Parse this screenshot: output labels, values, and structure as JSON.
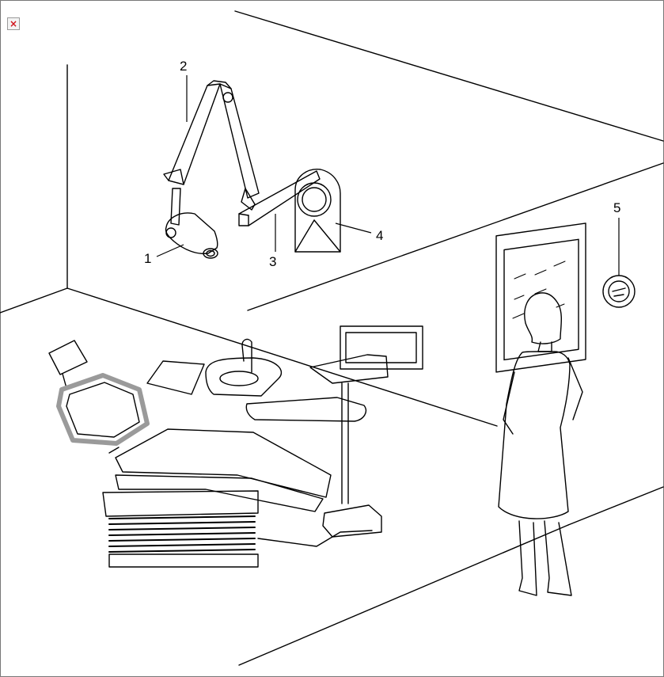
{
  "diagram": {
    "broken_image_icon": "broken-image-icon",
    "broken_image_glyph": "×",
    "callouts": [
      {
        "id": "1",
        "label": "1",
        "refers_to": "x-ray-tube-head"
      },
      {
        "id": "2",
        "label": "2",
        "refers_to": "articulated-arm"
      },
      {
        "id": "3",
        "label": "3",
        "refers_to": "horizontal-extension-arm"
      },
      {
        "id": "4",
        "label": "4",
        "refers_to": "wall-control-box"
      },
      {
        "id": "5",
        "label": "5",
        "refers_to": "wall-exposure-switch"
      }
    ],
    "line_color": "#000000",
    "headrest_shading": "#9a9a9a",
    "background": "#ffffff"
  }
}
